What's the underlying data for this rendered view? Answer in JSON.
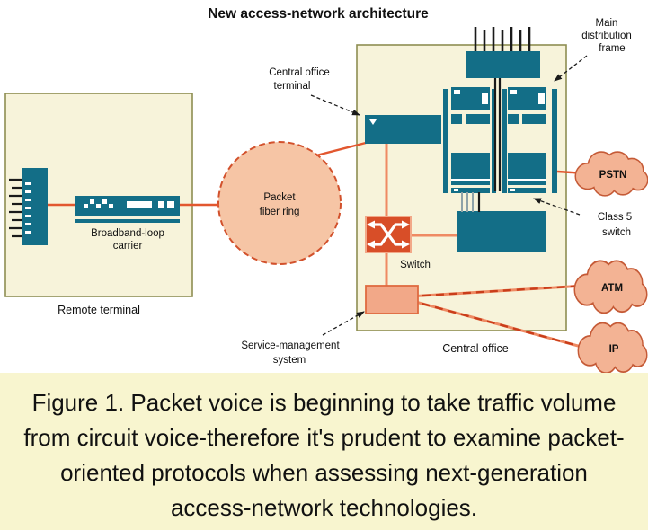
{
  "title": "New access-network architecture",
  "caption": "Figure 1. Packet voice is beginning to take traffic volume from circuit voice-therefore it's prudent to examine packet-oriented protocols when assessing next-generation access-network technologies.",
  "diagram": {
    "labels": {
      "remote_terminal": "Remote terminal",
      "broadband_carrier": [
        "Broadband-loop",
        "carrier"
      ],
      "packet_ring": [
        "Packet",
        "fiber ring"
      ],
      "central_office_terminal": [
        "Central office",
        "terminal"
      ],
      "main_distribution_frame": [
        "Main",
        "distribution",
        "frame"
      ],
      "class5_switch": [
        "Class 5",
        "switch"
      ],
      "switch": "Switch",
      "service_management": [
        "Service-management",
        "system"
      ],
      "central_office": "Central office",
      "pstn_cloud": "PSTN",
      "atm_cloud": "ATM",
      "ip_cloud": "IP"
    },
    "colors": {
      "teal": "#136e87",
      "panel_fill": "#f7f3da",
      "panel_border": "#8e8e52",
      "ring_fill": "#f6c5a5",
      "ring_border": "#d2512c",
      "cloud_fill": "#f3b394",
      "cloud_border": "#c55a36",
      "wire": "#e2572f",
      "wire_light": "#ef8a63",
      "wire_dash": "#c93d1a",
      "switch_fill": "#d84e28",
      "switch_border": "#f2a888",
      "service_fill": "#f2a888",
      "service_border": "#df6a40",
      "caption_bg": "#f8f5cf",
      "line_dark": "#1a1a1a"
    }
  }
}
